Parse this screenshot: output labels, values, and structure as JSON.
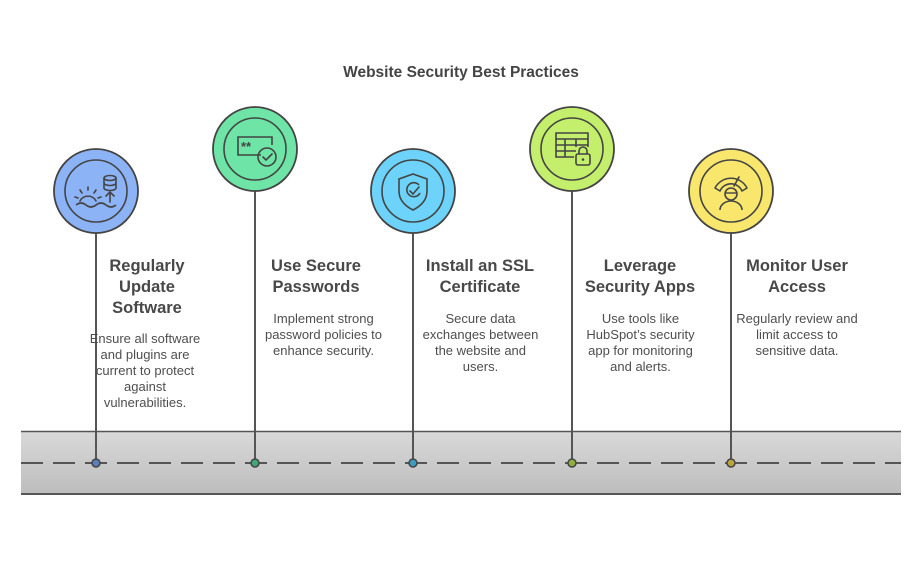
{
  "title": "Website Security Best Practices",
  "steps": [
    {
      "heading": "Regularly Update Software",
      "heading_lines": [
        "Regularly",
        "Update",
        "Software"
      ],
      "description": "Ensure all software and plugins are current to protect against vulnerabilities.",
      "icon": "software-update-icon",
      "color": "#8db3f7",
      "dot_color": "#5b7fb8"
    },
    {
      "heading": "Use Secure Passwords",
      "heading_lines": [
        "Use Secure",
        "Passwords"
      ],
      "description": "Implement strong password policies to enhance security.",
      "icon": "password-check-icon",
      "color": "#6ee5a6",
      "dot_color": "#3fa875"
    },
    {
      "heading": "Install an SSL Certificate",
      "heading_lines": [
        "Install an SSL",
        "Certificate"
      ],
      "description": "Secure data exchanges between the website and users.",
      "icon": "shield-check-icon",
      "color": "#6dd3fa",
      "dot_color": "#3a9cc4"
    },
    {
      "heading": "Leverage Security Apps",
      "heading_lines": [
        "Leverage",
        "Security Apps"
      ],
      "description": "Use tools like HubSpot’s security app for monitoring and alerts.",
      "icon": "table-lock-icon",
      "color": "#c4ef6d",
      "dot_color": "#8fae3d"
    },
    {
      "heading": "Monitor User Access",
      "heading_lines": [
        "Monitor User",
        "Access"
      ],
      "description": "Regularly review and limit access to sensitive data.",
      "icon": "user-monitor-icon",
      "color": "#f9e66d",
      "dot_color": "#b8a63a"
    }
  ],
  "colors": {
    "road": "#cfcfcf",
    "outline": "#444444"
  }
}
